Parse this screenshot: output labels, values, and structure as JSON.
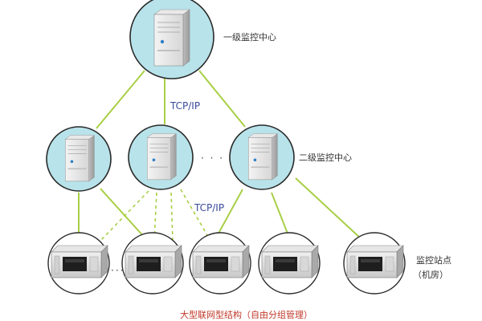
{
  "labels": {
    "level1_center": "一级监控中心",
    "level2_center": "二级监控中心",
    "station": "监控站点",
    "station_sub": "（机房）",
    "tcpip_top": "TCP/IP",
    "tcpip_mid": "TCP/IP",
    "ellipsis_mid": "· · ·",
    "ellipsis_low": "···",
    "caption": "大型联网型结构（自由分组管理）"
  },
  "colors": {
    "line": "#a8cf45",
    "circle_fill": "#b8e3ea",
    "circle_stroke": "#2a2a2a",
    "caption": "#c0392b",
    "protocol": "#3a4a9a"
  },
  "icons": {
    "server": "server-tower-icon",
    "station": "rack-server-icon"
  }
}
